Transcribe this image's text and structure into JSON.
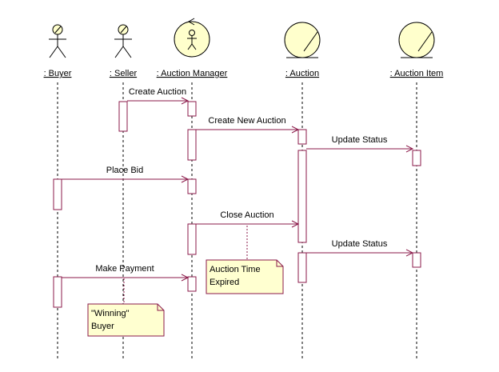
{
  "colors": {
    "line": "#8B1A4A",
    "fill": "#FFFFCC",
    "note_fill": "#FFFFD0",
    "icon_stroke": "#000000",
    "lifeline": "#000000"
  },
  "lifelines": [
    {
      "id": "buyer",
      "label": ": Buyer",
      "icon": "actor-icon"
    },
    {
      "id": "seller",
      "label": ": Seller",
      "icon": "actor-icon"
    },
    {
      "id": "manager",
      "label": ": Auction Manager",
      "icon": "control-icon"
    },
    {
      "id": "auction",
      "label": ": Auction",
      "icon": "entity-icon"
    },
    {
      "id": "item",
      "label": ": Auction Item",
      "icon": "entity-icon"
    }
  ],
  "messages": [
    {
      "label": "Create Auction",
      "from": "seller",
      "to": "manager"
    },
    {
      "label": "Create New Auction",
      "from": "manager",
      "to": "auction"
    },
    {
      "label": "Update Status",
      "from": "auction",
      "to": "item"
    },
    {
      "label": "Place Bid",
      "from": "buyer",
      "to": "manager"
    },
    {
      "label": "Close Auction",
      "from": "manager",
      "to": "auction"
    },
    {
      "label": "Update Status",
      "from": "auction",
      "to": "item"
    },
    {
      "label": "Make Payment",
      "from": "buyer",
      "to": "manager"
    }
  ],
  "notes": [
    {
      "lines": [
        "Auction Time",
        "Expired"
      ]
    },
    {
      "lines": [
        "\"Winning\"",
        "Buyer"
      ]
    }
  ]
}
